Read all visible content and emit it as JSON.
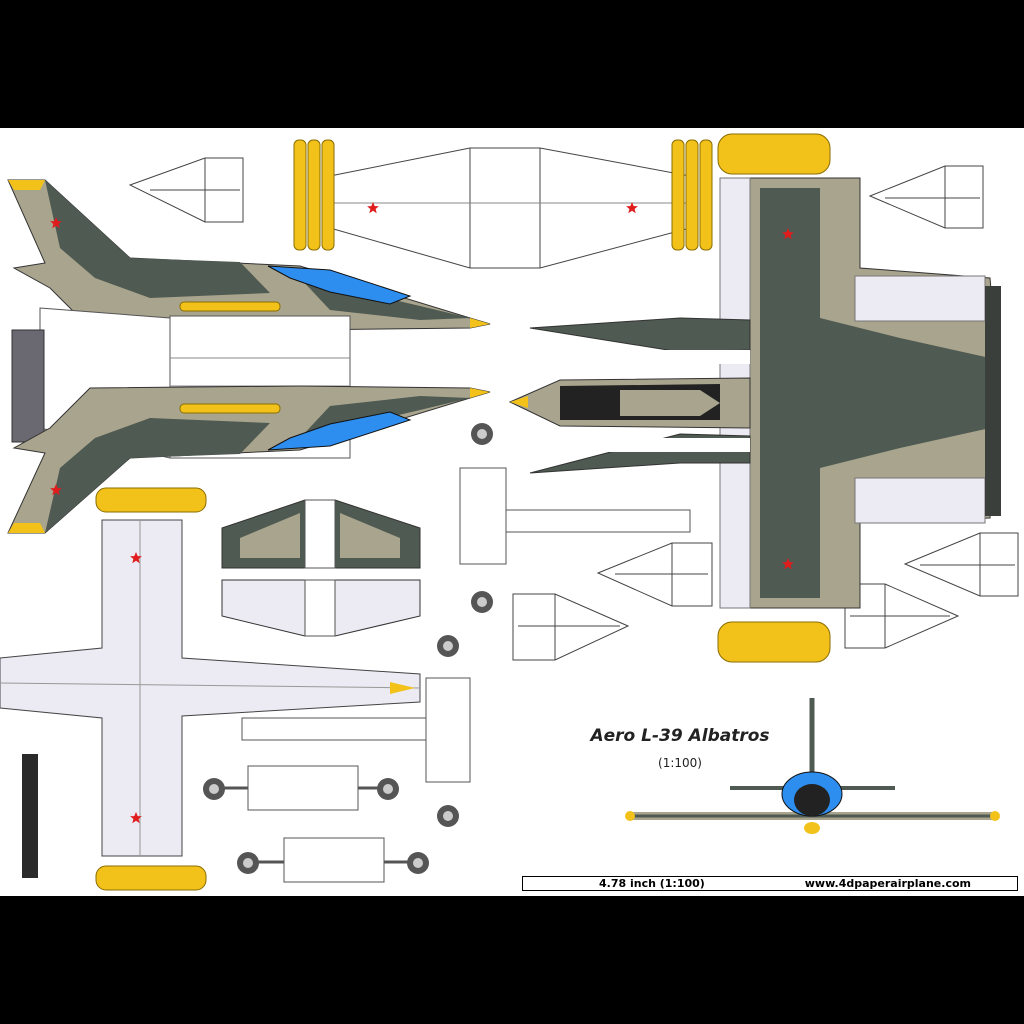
{
  "sheet": {
    "title": "Aero L-39 Albatros",
    "scale": "(1:100)",
    "ruler_label": "4.78 inch (1:100)",
    "website": "www.4dpaperairplane.com"
  },
  "colors": {
    "background_frame": "#000000",
    "paper": "#ffffff",
    "camo_dark": "#4f5a52",
    "camo_light": "#a9a48d",
    "underside": "#eceaf2",
    "canopy_blue": "#2e8ef0",
    "tip_yellow": "#f2c21b",
    "star_red": "#e01c1c",
    "outline": "#333333"
  },
  "parts": [
    "side-profile-fuselage-halves",
    "wing-bottom-piece",
    "wing-top-camo-piece",
    "wing-underside-piece",
    "horizontal-stabilizer-pieces",
    "landing-gear-pieces",
    "wing-tip-tank-pieces",
    "front-view-illustration"
  ]
}
